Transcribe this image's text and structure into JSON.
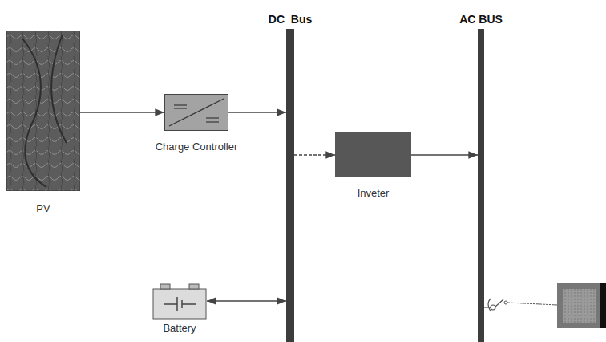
{
  "diagram": {
    "nodes": [
      {
        "text": [
          "PV"
        ]
      },
      {
        "text": [
          "Charge Controller"
        ]
      },
      {
        "text": [
          "DC  Bus"
        ]
      },
      {
        "text": [
          "Inveter"
        ]
      },
      {
        "text": [
          "AC BUS"
        ]
      },
      {
        "text": [
          "Battery"
        ]
      }
    ],
    "edges": [
      {
        "from": 0,
        "to": 1,
        "arrow": "to"
      },
      {
        "from": 1,
        "to": 2,
        "arrow": "to"
      },
      {
        "from": 2,
        "to": 3,
        "arrow": "to"
      },
      {
        "from": 3,
        "to": 4,
        "arrow": "to"
      },
      {
        "from": 5,
        "to": 2,
        "arrow": "both"
      }
    ]
  }
}
